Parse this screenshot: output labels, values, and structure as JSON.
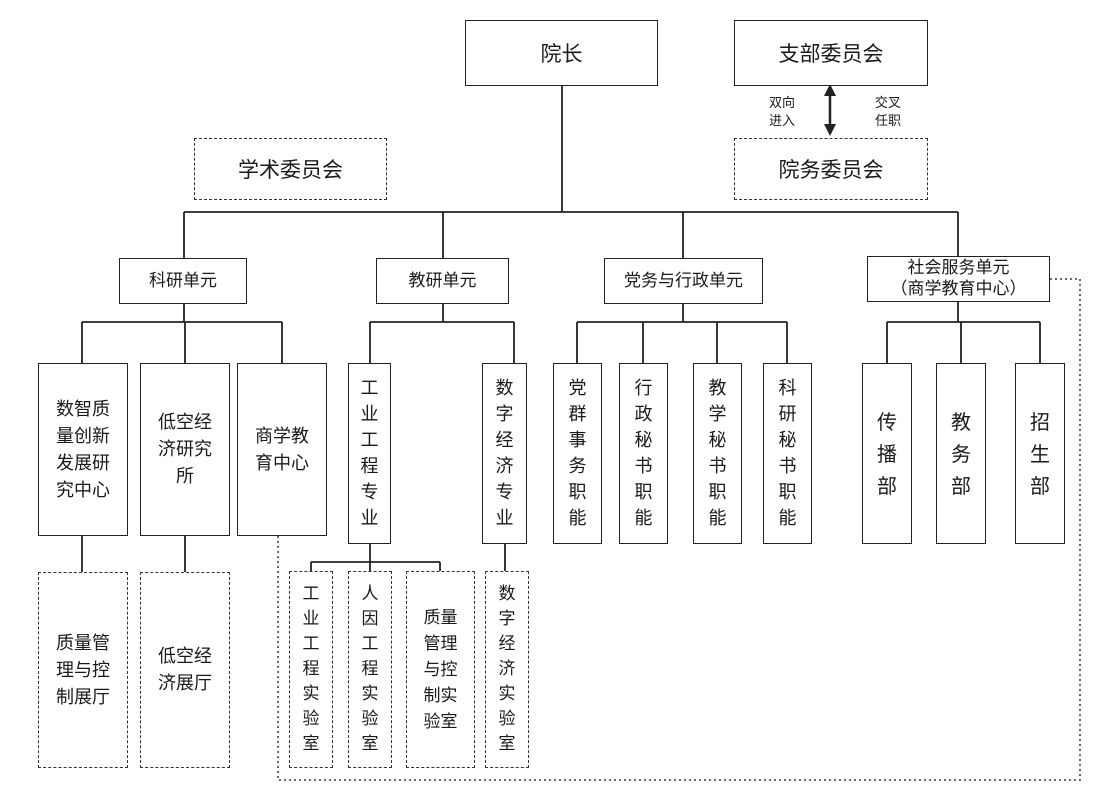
{
  "top": {
    "dean": "院长",
    "branch_committee": "支部委员会",
    "academic_committee": "学术委员会",
    "affairs_committee": "院务委员会",
    "note_left": "双向\n进入",
    "note_right": "交叉\n任职"
  },
  "units": {
    "research": "科研单元",
    "teaching": "教研单元",
    "party_admin": "党务与行政单元",
    "social_service": "社会服务单元\n（商学教育中心）"
  },
  "research_subunits": {
    "digital_quality": "数智质\n量创新\n发展研\n究中心",
    "low_altitude": "低空经\n济研究\n所",
    "business_edu": "商学教\n育中心"
  },
  "research_halls": {
    "quality_hall": "质量管\n理与控\n制展厅",
    "low_altitude_hall": "低空经\n济展厅"
  },
  "teaching_majors": {
    "industrial_eng": "工\n业\n工\n程\n专\n业",
    "digital_econ": "数\n字\n经\n济\n专\n业"
  },
  "labs": {
    "industrial_eng_lab": "工\n业\n工\n程\n实\n验\n室",
    "human_factors_lab": "人\n因\n工\n程\n实\n验\n室",
    "quality_lab": "质量\n管理\n与控\n制实\n验室",
    "digital_econ_lab": "数\n字\n经\n济\n实\n验\n室"
  },
  "party_functions": {
    "party_affairs": "党\n群\n事\n务\n职\n能",
    "admin_secretary": "行\n政\n秘\n书\n职\n能",
    "teaching_secretary": "教\n学\n秘\n书\n职\n能",
    "research_secretary": "科\n研\n秘\n书\n职\n能"
  },
  "service_depts": {
    "communication": "传\n播\n部",
    "academic_affairs": "教\n务\n部",
    "admissions": "招\n生\n部"
  }
}
